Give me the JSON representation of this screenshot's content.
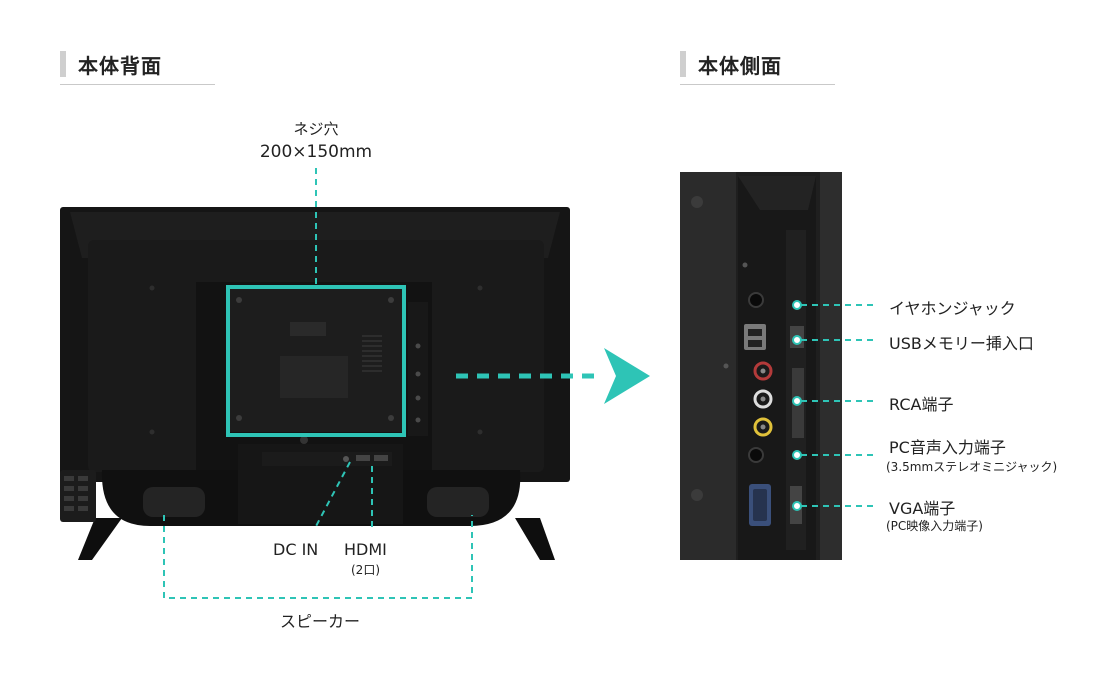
{
  "headings": {
    "back": "本体背面",
    "side": "本体側面"
  },
  "back_labels": {
    "screw_title": "ネジ穴",
    "screw_size": "200×150mm",
    "dc_in": "DC IN",
    "hdmi": "HDMI",
    "hdmi_count": "(2口)",
    "speaker": "スピーカー"
  },
  "side_labels": {
    "earphone": "イヤホンジャック",
    "usb": "USBメモリー挿入口",
    "rca": "RCA端子",
    "pc_audio": "PC音声入力端子",
    "pc_audio_note": "(3.5mmステレオミニジャック)",
    "vga": "VGA端子",
    "vga_note": "(PC映像入力端子)"
  },
  "colors": {
    "accent": "#2ec4b6",
    "tv_body": "#141414",
    "panel": "#1d1d1d"
  }
}
